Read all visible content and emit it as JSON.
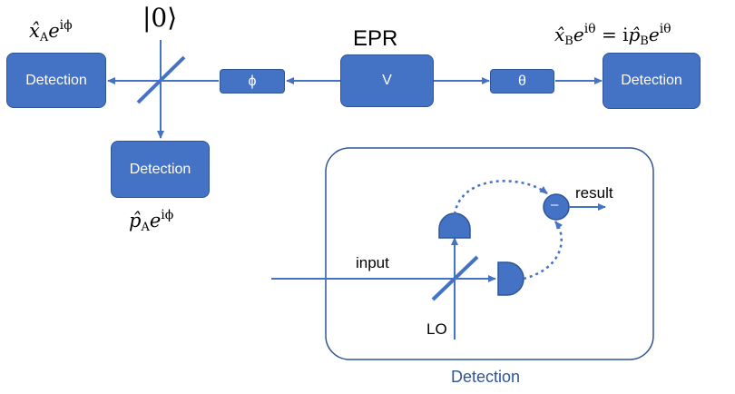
{
  "colors": {
    "accent": "#4472c4",
    "border": "#2f5597",
    "caption": "#2f5597"
  },
  "labels": {
    "epr": "EPR",
    "v": "V",
    "phi": "ϕ",
    "theta": "θ",
    "detection": "Detection",
    "vacuum": "|0⟩",
    "input": "input",
    "lo": "LO",
    "result": "result",
    "minus": "–",
    "inset_caption": "Detection"
  },
  "math": {
    "xa": {
      "op": "x̂",
      "sub": "A",
      "exp": "iϕ"
    },
    "pa": {
      "op": "p̂",
      "sub": "A",
      "exp": "iϕ"
    },
    "xb": {
      "op": "x̂",
      "sub": "B",
      "exp": "iθ",
      "eq": "= i",
      "op2": "p̂",
      "sub2": "B",
      "exp2": "iθ"
    }
  }
}
